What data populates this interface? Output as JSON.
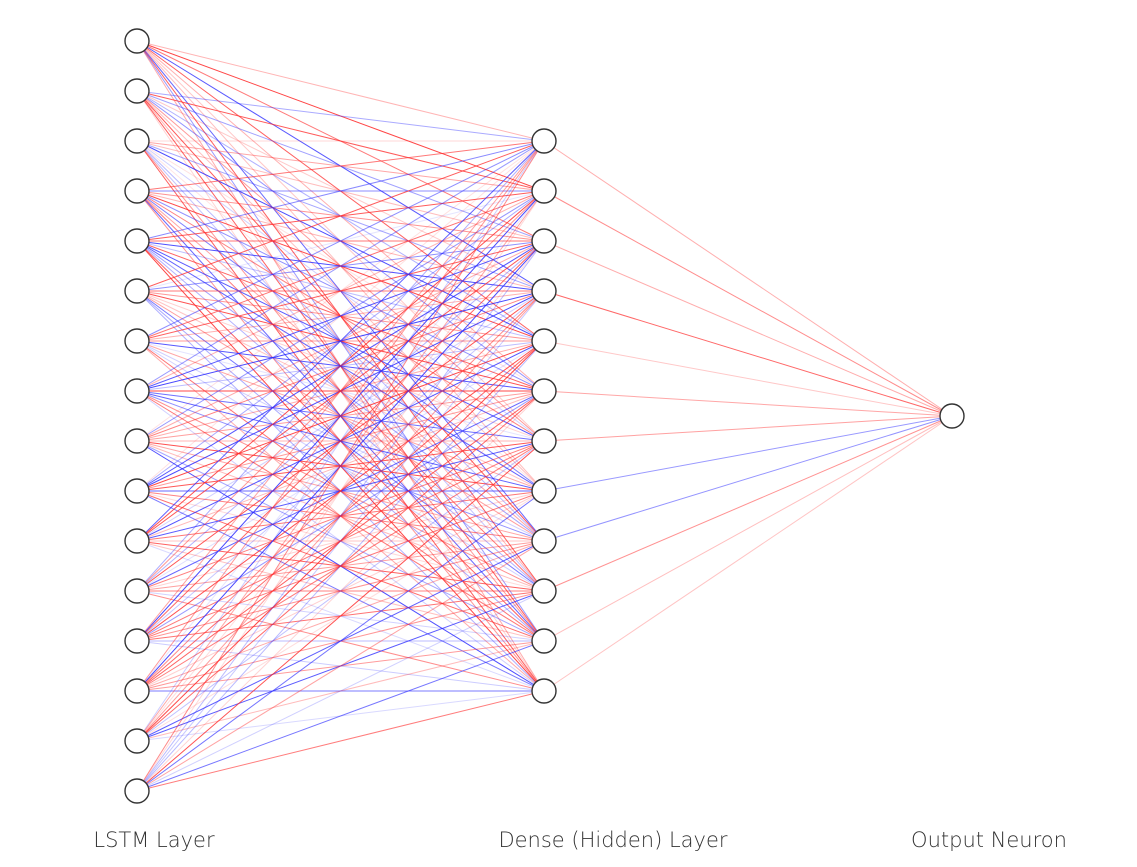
{
  "layers": [
    {
      "label": "LSTM Layer",
      "neurons": 16
    },
    {
      "label": "Dense (Hidden) Layer",
      "neurons": 12
    },
    {
      "label": "Output Neuron",
      "neurons": 1
    }
  ],
  "colors": {
    "positive_weight": "#ff2a2a",
    "negative_weight": "#2a2aff",
    "neuron_stroke": "#333333",
    "neuron_fill": "#ffffff",
    "label_text": "#333333"
  }
}
